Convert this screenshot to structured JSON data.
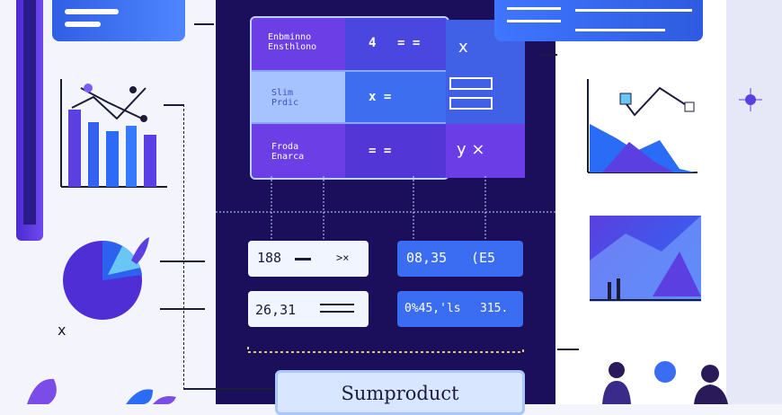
{
  "grid": {
    "rows": [
      {
        "label": "Enbminno\nEnsthlono",
        "op": "= =",
        "op_prefix": "4",
        "right": "x"
      },
      {
        "label": "Slim\nPrdic",
        "op": "x =",
        "op_prefix": "",
        "right": ""
      },
      {
        "label": "Froda\nEnarca",
        "op": "= =",
        "op_prefix": "",
        "right": "y ×"
      }
    ]
  },
  "values": {
    "left_top": "188",
    "left_top_op": ">×",
    "left_bottom": "26,31",
    "right_top": "08,35",
    "right_top_suffix": "(E5",
    "right_bottom": "0%45,'ls",
    "right_bottom_suffix": "315."
  },
  "sum": {
    "label": "Sumproduct"
  },
  "misc": {
    "xmark": "x"
  },
  "colors": {
    "accent": "#4f46e5",
    "dark": "#1b0f5c",
    "blue": "#3b82f6"
  }
}
